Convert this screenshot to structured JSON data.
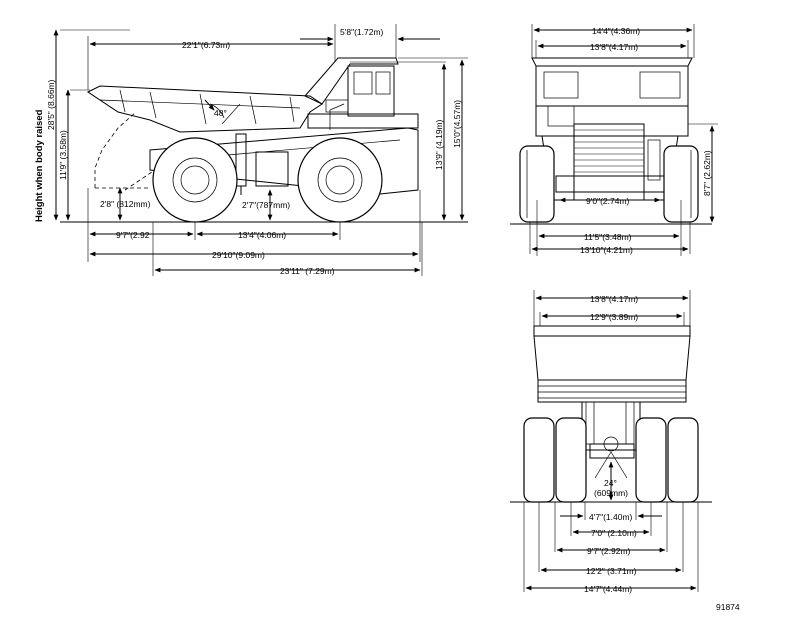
{
  "side_view": {
    "height_raised_label": "Height when body raised",
    "height_raised": "28'5\" (8.66m)",
    "body_length": "22'1\"(6.73m)",
    "canopy_to_rear": "5'8\"(1.72m)",
    "dump_angle": "48°",
    "loading_height": "11'9\" (3.58m)",
    "height_canopy": "13'9\" (4.19m)",
    "height_rops": "15'0\"(4.57m)",
    "rear_overhang_clearance": "2'8\" (812mm)",
    "ground_clearance": "2'7\"(787mm)",
    "rear_overhang": "9'7\"(2.92",
    "wheelbase": "13'4\"(4.06m)",
    "overall_length": "29'10\"(9.09m)",
    "length_to_front": "23'11\" (7.29m)"
  },
  "front_view": {
    "overall_width": "14'4\"(4.36m)",
    "canopy_width": "13'8\"(4.17m)",
    "front_height": "8'7\" (2.62m)",
    "front_tread": "9'0\"(2.74m)",
    "tire_center_width": "11'5\"(3.48m)",
    "tire_overall_width": "13'10\"(4.21m)"
  },
  "rear_view": {
    "body_width": "13'8\"(4.17m)",
    "body_inside_width": "12'9\"(3.89m)",
    "clearance_angle": "24°",
    "clearance_height": "(609mm)",
    "inner_gap": "4'7\"(1.40m)",
    "inner_tread": "7'0\" (2.10m)",
    "rear_tread": "9'7\"(2.92m)",
    "dual_centers": "12'2\" (3.71m)",
    "rear_overall_width": "14'7\"(4.44m)"
  },
  "figure_number": "91874"
}
